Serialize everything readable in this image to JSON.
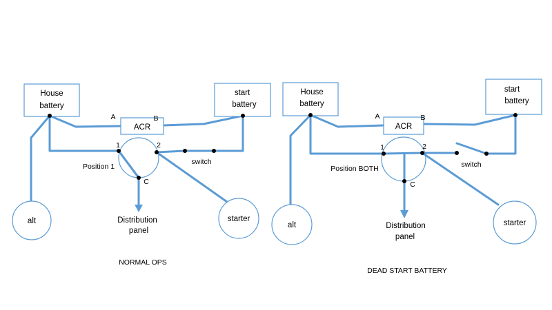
{
  "colors": {
    "wire": "#5b9bd5",
    "text": "#000000",
    "background": "#ffffff"
  },
  "left": {
    "house_battery": [
      "House",
      "battery"
    ],
    "start_battery": [
      "start",
      "battery"
    ],
    "acr": "ACR",
    "acr_a": "A",
    "acr_b": "B",
    "pos_1": "1",
    "pos_2": "2",
    "pos_c": "C",
    "position": "Position 1",
    "switch": "switch",
    "alt": "alt",
    "starter": "starter",
    "distribution": [
      "Distribution",
      "panel"
    ],
    "caption": "NORMAL OPS"
  },
  "right": {
    "house_battery": [
      "House",
      "battery"
    ],
    "start_battery": [
      "start",
      "battery"
    ],
    "acr": "ACR",
    "acr_a": "A",
    "acr_b": "B",
    "pos_1": "1",
    "pos_2": "2",
    "pos_c": "C",
    "position": "Position BOTH",
    "switch": "switch",
    "alt": "alt",
    "starter": "starter",
    "distribution": [
      "Distribution",
      "panel"
    ],
    "caption": "DEAD START BATTERY"
  }
}
